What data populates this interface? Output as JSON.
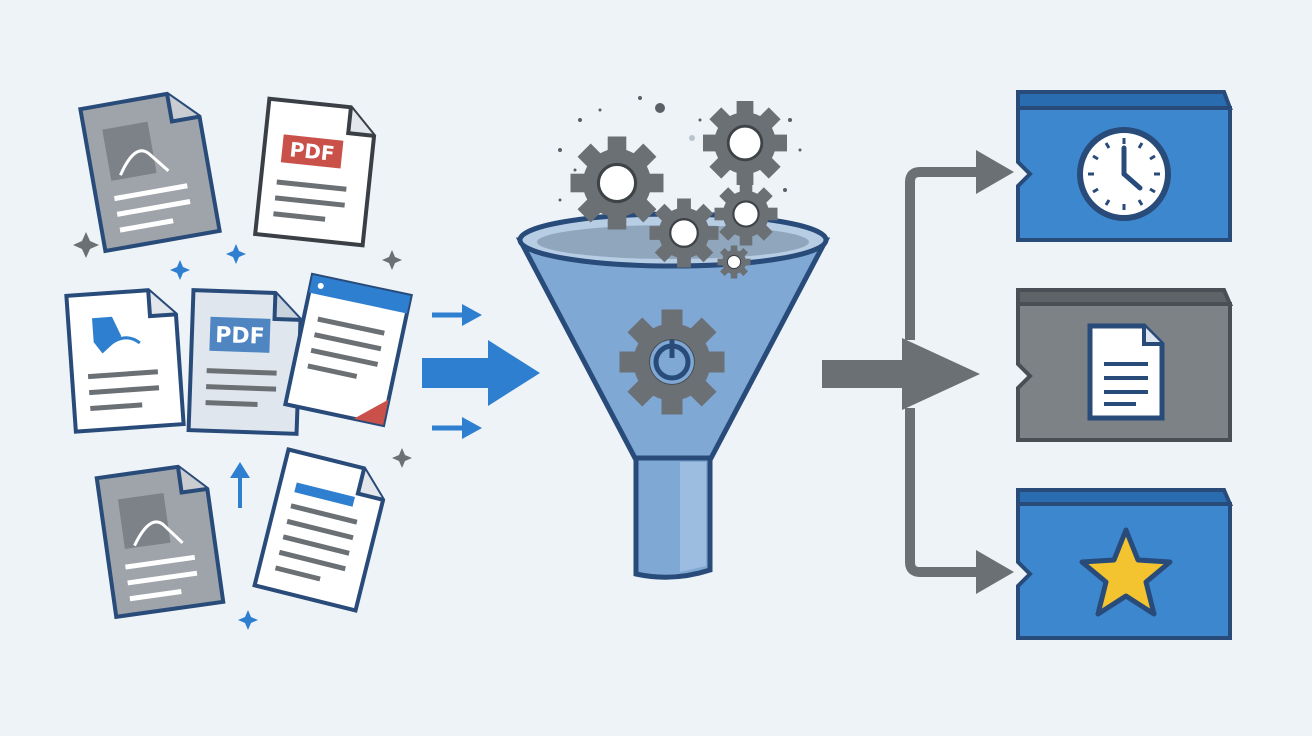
{
  "documents": [
    {
      "id": "doc-1",
      "kind": "image-doc",
      "badge": ""
    },
    {
      "id": "doc-2",
      "kind": "pdf-doc",
      "badge": "PDF"
    },
    {
      "id": "doc-3",
      "kind": "image-doc",
      "badge": ""
    },
    {
      "id": "doc-4",
      "kind": "pdf-doc",
      "badge": "PDF"
    },
    {
      "id": "doc-5",
      "kind": "web-doc",
      "badge": ""
    },
    {
      "id": "doc-6",
      "kind": "image-doc",
      "badge": ""
    },
    {
      "id": "doc-7",
      "kind": "web-doc",
      "badge": ""
    }
  ],
  "outputs": [
    {
      "id": "output-clock",
      "icon": "clock-icon",
      "color": "#3d87cf"
    },
    {
      "id": "output-document",
      "icon": "document-icon",
      "color": "#7d8287"
    },
    {
      "id": "output-star",
      "icon": "star-icon",
      "color": "#3d87cf"
    }
  ],
  "colors": {
    "background": "#eef3f7",
    "accent_blue": "#2f7fd0",
    "navy_stroke": "#284b7a",
    "gear_gray": "#6b7075",
    "funnel_blue": "#7fa8d4",
    "star_yellow": "#f4c430",
    "red_accent": "#c9514a"
  }
}
